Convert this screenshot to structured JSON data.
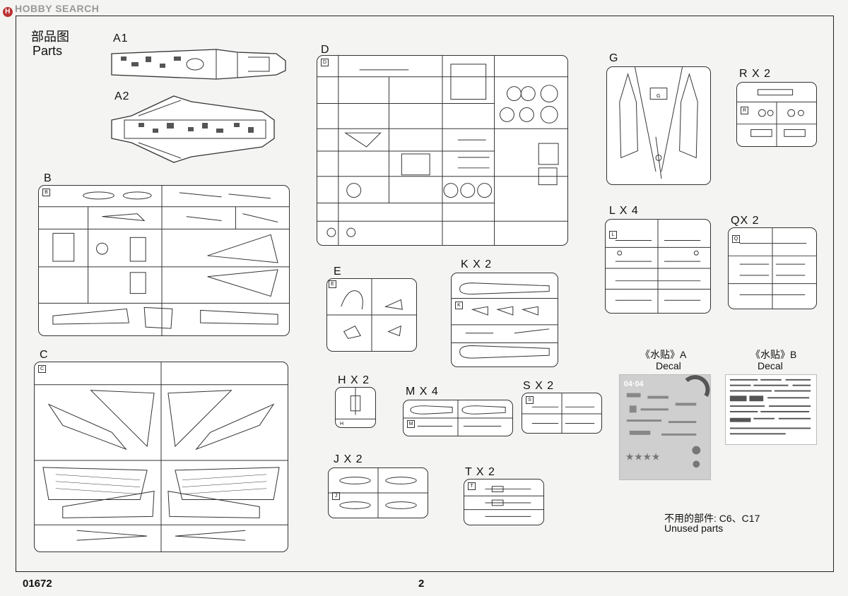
{
  "watermark": {
    "text": "HOBBY SEARCH",
    "badge": "H"
  },
  "header": {
    "title_cn": "部品图",
    "title_en": "Parts"
  },
  "labels": {
    "A1": "A1",
    "A2": "A2",
    "B": "B",
    "C": "C",
    "D": "D",
    "E": "E",
    "G": "G",
    "RX2": "R X 2",
    "LX4": "L X 4",
    "QX2": "QX 2",
    "KX2": "K X 2",
    "HX2": "H X 2",
    "MX4": "M X 4",
    "SX2": "S X 2",
    "JX2": "J X 2",
    "TX2": "T X 2"
  },
  "sprue_tags": [
    "B",
    "C",
    "D",
    "E",
    "G",
    "R",
    "L",
    "Q",
    "K",
    "H",
    "M",
    "S",
    "J",
    "T"
  ],
  "decals": {
    "a_title": "《水贴》A",
    "a_sub": "Decal",
    "b_title": "《水贴》B",
    "b_sub": "Decal"
  },
  "unused": {
    "line1": "不用的部件: C6、C17",
    "line2": "Unused parts"
  },
  "footer": {
    "code": "01672",
    "page": "2"
  },
  "colors": {
    "line": "#333333",
    "paper": "#f4f4f2",
    "decal_gray": "#c8c8c8"
  }
}
